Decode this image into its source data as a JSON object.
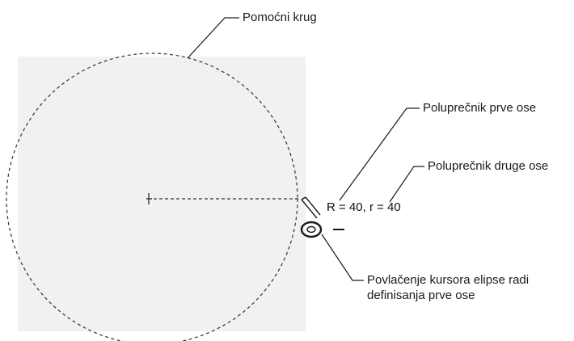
{
  "diagram": {
    "labels": {
      "helper_circle": "Pomoćni krug",
      "first_axis_radius": "Poluprečnik prve ose",
      "second_axis_radius": "Poluprečnik druge ose",
      "drag_cursor_line1": "Povlačenje kursora elipse radi",
      "drag_cursor_line2": "definisanja prve ose"
    },
    "readout": "R = 40, r = 40"
  },
  "colors": {
    "canvas": "#f1f1f1",
    "line": "#1a1a1a",
    "dashed": "#333333"
  },
  "icons": {
    "cursor": "ellipse-cursor-icon",
    "center": "center-marker-icon"
  }
}
